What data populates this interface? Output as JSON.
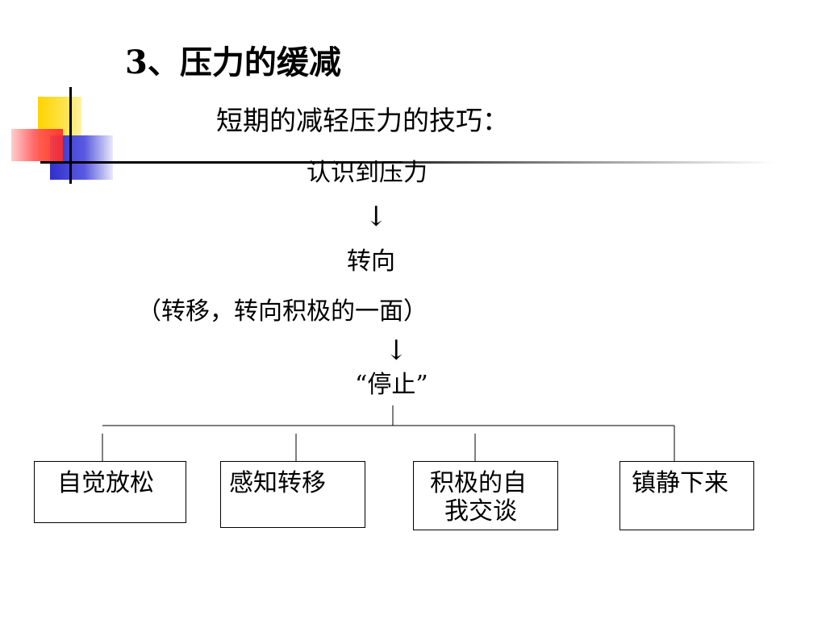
{
  "slide": {
    "title": "3、压力的缓减",
    "subtitle": "短期的减轻压力的技巧：",
    "steps": {
      "recognize": "认识到压力",
      "turn": "转向",
      "turn_detail": "（转移，转向积极的一面）",
      "stop": "“停止”"
    },
    "arrows": {
      "a1": "↓",
      "a2": "↓"
    },
    "branches": [
      {
        "lines": [
          "自觉放松"
        ]
      },
      {
        "lines": [
          "感知转移"
        ]
      },
      {
        "lines": [
          "积极的自",
          "我交谈"
        ]
      },
      {
        "lines": [
          "镇静下来"
        ]
      }
    ]
  },
  "colors": {
    "yellow": "#ffd400",
    "blue": "#3b3bd6",
    "red": "#ff3b3b",
    "line": "#000000"
  }
}
